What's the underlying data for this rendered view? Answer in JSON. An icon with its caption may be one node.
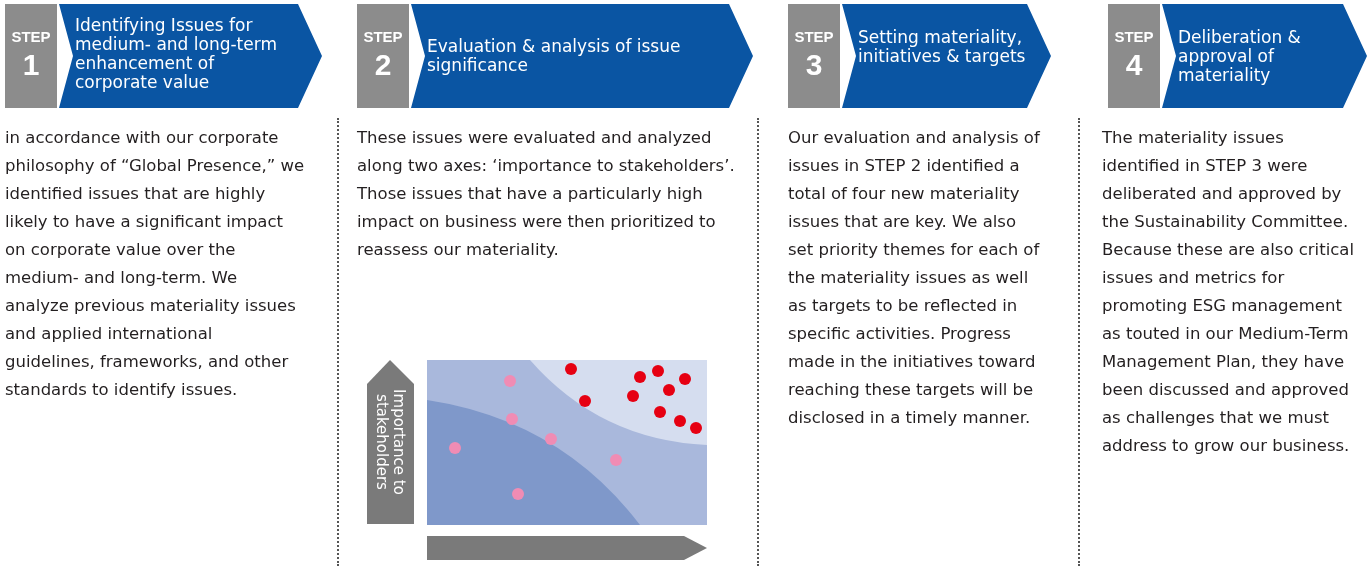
{
  "diagram": {
    "nodes": [
      {
        "text": [
          "STEP",
          "1",
          "Identifying Issues for medium- and long-term enhancement of corporate value"
        ]
      },
      {
        "text": [
          "STEP",
          "2",
          "Evaluation & analysis of issue significance"
        ]
      },
      {
        "text": [
          "STEP",
          "3",
          "Setting materiality, initiatives & targets"
        ]
      },
      {
        "text": [
          "STEP",
          "4",
          "Deliberation & approval of materiality"
        ]
      }
    ],
    "labels": [
      "in accordance with our corporate philosophy of “Global Presence,” we identified issues that are highly likely to have a significant impact on corporate value over the medium- and long-term. We analyze previous materiality issues and applied international guidelines, frameworks, and other standards to identify issues.",
      "These issues were evaluated and analyzed along two axes: ‘importance to stakeholders’. Those issues that have a particularly high impact on business were then prioritized to reassess our materiality.",
      "Importance to stakeholders",
      "Our evaluation and analysis of issues in STEP 2 identified a total of four new materiality issues that are key. We also set priority themes for each of the materiality issues as well as targets to be reflected in specific activities. Progress made in the initiatives toward reaching these targets will be disclosed in a timely manner.",
      "The materiality issues identified in STEP 3 were deliberated and approved by the Sustainability Committee. Because these are also critical issues and metrics for promoting ESG management as touted in our Medium-Term Management Plan, they have been discussed and approved as challenges that we must address to grow our business."
    ]
  }
}
